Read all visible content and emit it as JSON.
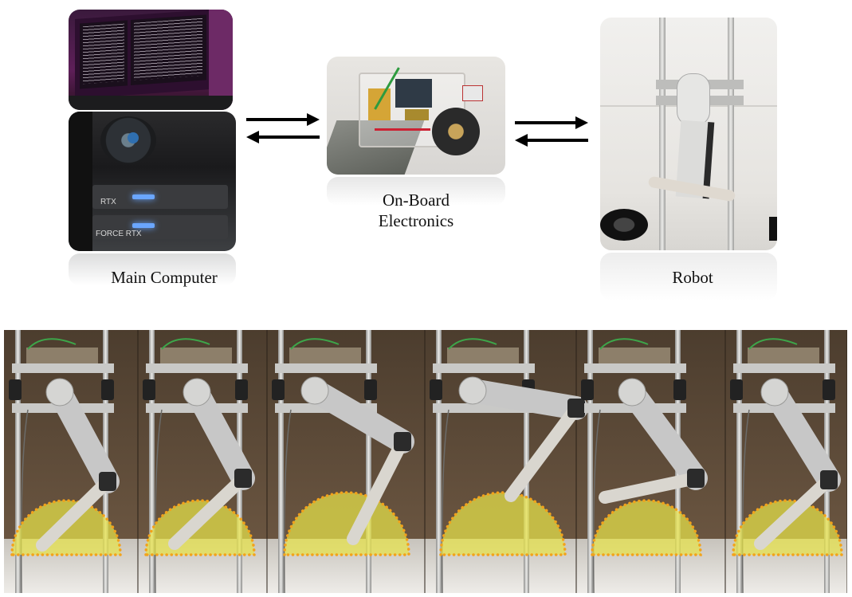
{
  "captions": {
    "main_computer": "Main Computer",
    "onboard": "On-Board\nElectronics",
    "robot": "Robot"
  },
  "gpu_labels": {
    "top": "RTX",
    "bottom": "FORCE RTX"
  },
  "colors": {
    "arrow": "#000000",
    "workspace_fill": "#e8e34a",
    "workspace_dots": "#f2a21b",
    "robot_link": "#c7c7c7"
  },
  "sequence_frames": 6
}
